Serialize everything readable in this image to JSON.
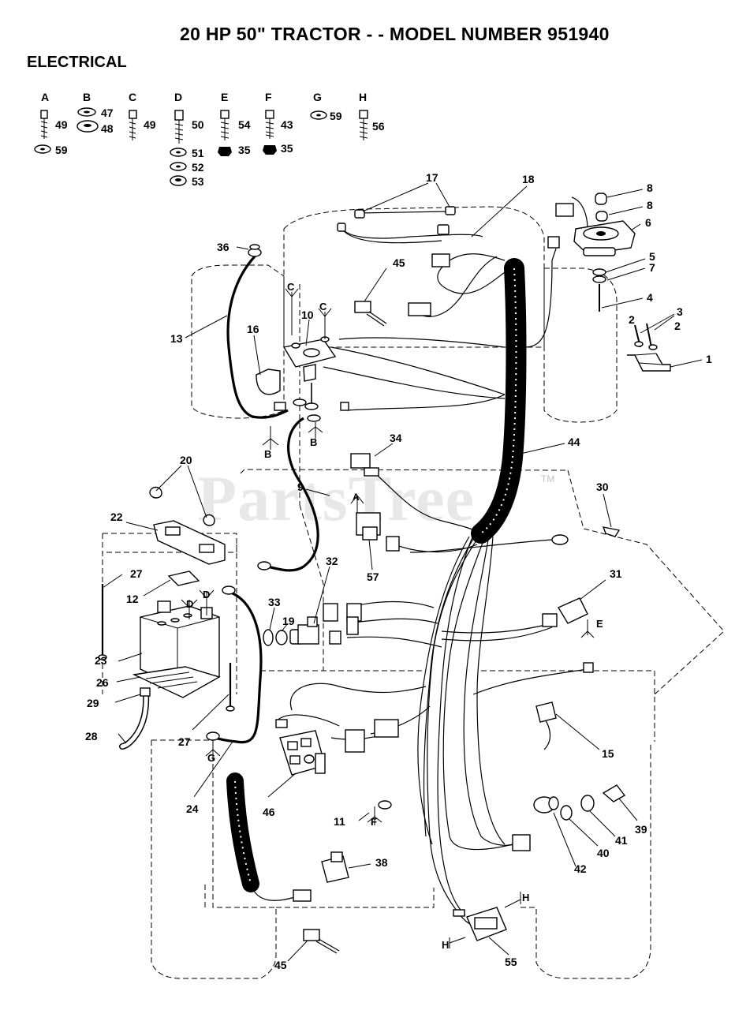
{
  "header": {
    "title": "20 HP 50\" TRACTOR - - MODEL NUMBER  951940",
    "section": "ELECTRICAL"
  },
  "watermark": {
    "text": "PartsTree",
    "tm": "TM"
  },
  "hardware_legend": [
    {
      "letter": "A",
      "parts": [
        "49",
        "59"
      ]
    },
    {
      "letter": "B",
      "parts": [
        "47",
        "48"
      ]
    },
    {
      "letter": "C",
      "parts": [
        "49"
      ]
    },
    {
      "letter": "D",
      "parts": [
        "50",
        "51",
        "52",
        "53"
      ]
    },
    {
      "letter": "E",
      "parts": [
        "54",
        "35"
      ]
    },
    {
      "letter": "F",
      "parts": [
        "43",
        "35"
      ]
    },
    {
      "letter": "G",
      "parts": [
        "59"
      ]
    },
    {
      "letter": "H",
      "parts": [
        "56"
      ]
    }
  ],
  "callouts": [
    "17",
    "18",
    "8",
    "8",
    "6",
    "5",
    "7",
    "4",
    "3",
    "2",
    "2",
    "1",
    "36",
    "13",
    "16",
    "10",
    "45",
    "44",
    "34",
    "9",
    "20",
    "22",
    "27",
    "12",
    "23",
    "26",
    "29",
    "28",
    "27",
    "24",
    "30",
    "31",
    "32",
    "33",
    "19",
    "57",
    "46",
    "11",
    "38",
    "15",
    "39",
    "41",
    "40",
    "42",
    "45",
    "55"
  ],
  "hardware_refs": [
    "C",
    "C",
    "B",
    "B",
    "A",
    "D",
    "D",
    "E",
    "G",
    "F",
    "H",
    "H"
  ]
}
